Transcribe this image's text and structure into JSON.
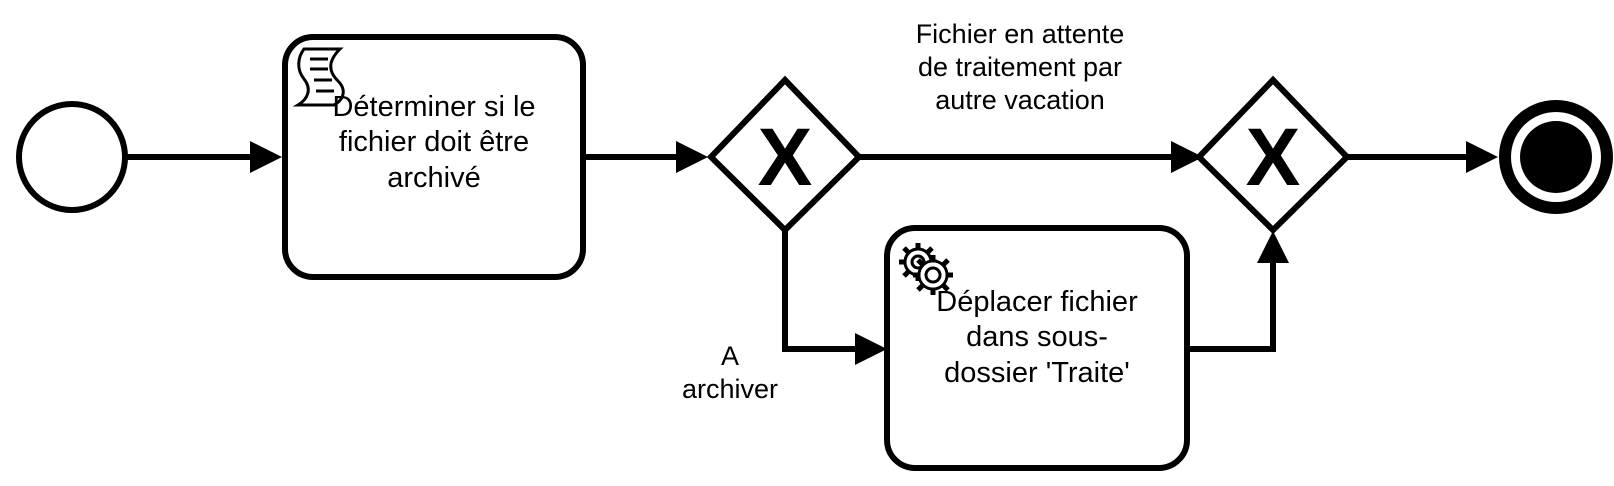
{
  "diagram": {
    "type": "bpmn-process",
    "start_event": {
      "label": ""
    },
    "tasks": [
      {
        "id": "task-determine",
        "kind": "script-task",
        "icon": "script-icon",
        "label": "Déterminer si le\nfichier doit être\narchivé"
      },
      {
        "id": "task-move",
        "kind": "service-task",
        "icon": "gears-icon",
        "label": "Déplacer fichier\ndans sous-\ndossier 'Traite'"
      }
    ],
    "gateways": [
      {
        "id": "gateway-split",
        "kind": "exclusive",
        "mark": "X"
      },
      {
        "id": "gateway-merge",
        "kind": "exclusive",
        "mark": "X"
      }
    ],
    "end_event": {
      "label": ""
    },
    "flows": [
      {
        "from": "start-event",
        "to": "task-determine",
        "label": ""
      },
      {
        "from": "task-determine",
        "to": "gateway-split",
        "label": ""
      },
      {
        "from": "gateway-split",
        "to": "gateway-merge",
        "label": "Fichier en attente\nde traitement par\nautre vacation"
      },
      {
        "from": "gateway-split",
        "to": "task-move",
        "label": "A\narchiver"
      },
      {
        "from": "task-move",
        "to": "gateway-merge",
        "label": ""
      },
      {
        "from": "gateway-merge",
        "to": "end-event",
        "label": ""
      }
    ],
    "colors": {
      "stroke": "#000000",
      "background": "#ffffff"
    }
  }
}
